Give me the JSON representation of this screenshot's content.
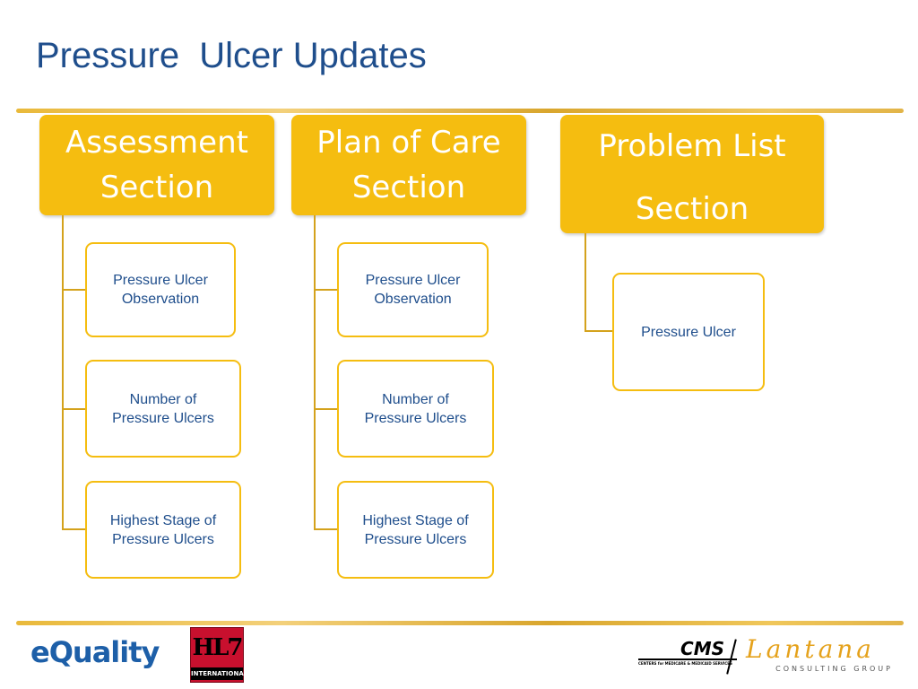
{
  "title": "Pressure  Ulcer Updates",
  "sections": [
    {
      "header_lines": [
        "Assessment",
        "Section"
      ],
      "items": [
        "Pressure Ulcer\nObservation",
        "Number of\nPressure Ulcers",
        "Highest Stage of\nPressure Ulcers"
      ]
    },
    {
      "header_lines": [
        "Plan of Care",
        "Section"
      ],
      "items": [
        "Pressure Ulcer\nObservation",
        "Number of\nPressure Ulcers",
        "Highest Stage of\nPressure Ulcers"
      ]
    },
    {
      "header_lines": [
        "Problem List",
        "Section"
      ],
      "items": [
        "Pressure Ulcer"
      ]
    }
  ],
  "footer": {
    "equality_logo": "eQuality",
    "hl7_logo": "HL7",
    "hl7_caption": "INTERNATIONAL",
    "cms_logo": "CMS",
    "cms_caption": "CENTERS for MEDICARE & MEDICAID SERVICES",
    "lantana_logo": "Lantana",
    "lantana_caption": "CONSULTING GROUP"
  },
  "colors": {
    "header_fill": "#f5bd10",
    "title_blue": "#1f4e8c",
    "connector": "#d4a21c"
  }
}
